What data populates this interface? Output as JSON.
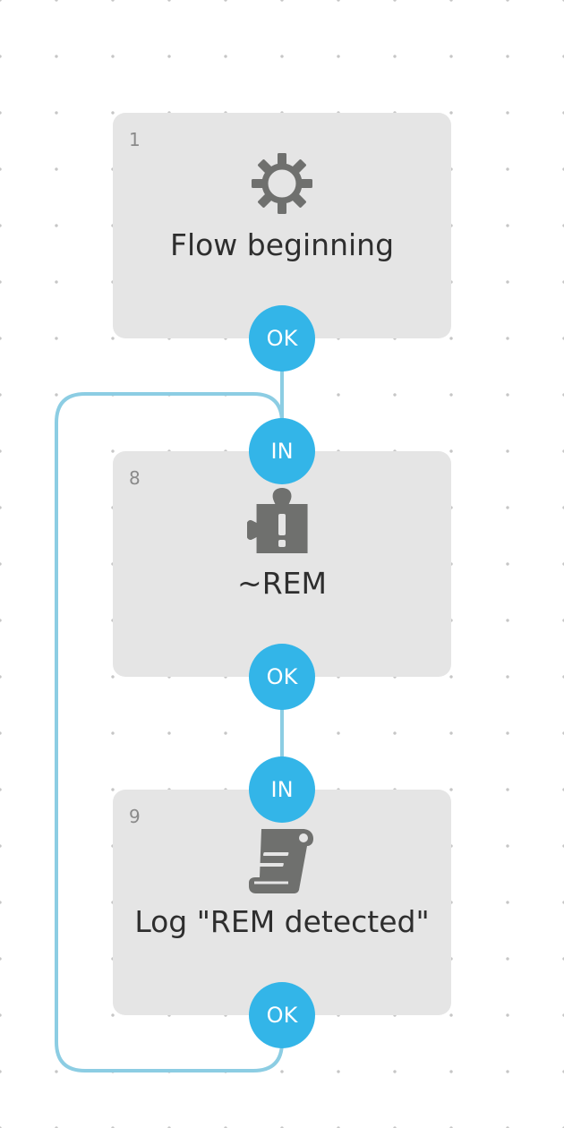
{
  "colors": {
    "canvas_bg": "#ffffff",
    "grid_dot": "#c6c6c6",
    "node_bg": "#e5e5e5",
    "node_text": "#2e2e2e",
    "node_number": "#8a8a8a",
    "icon": "#6f706e",
    "port": "#33b5e8",
    "port_text": "#ffffff",
    "wire": "#8ccde3"
  },
  "nodes": [
    {
      "number": "1",
      "icon": "gear-icon",
      "label": "Flow beginning",
      "ports": {
        "out": "OK"
      }
    },
    {
      "number": "8",
      "icon": "puzzle-exclamation-icon",
      "label": "~REM",
      "ports": {
        "in": "IN",
        "out": "OK"
      }
    },
    {
      "number": "9",
      "icon": "scroll-icon",
      "label": "Log \"REM detected\"",
      "ports": {
        "in": "IN",
        "out": "OK"
      }
    }
  ],
  "connections": [
    {
      "from": "node-1.OK",
      "to": "node-8.IN"
    },
    {
      "from": "node-8.OK",
      "to": "node-9.IN"
    },
    {
      "from": "node-9.OK",
      "to": "node-8.IN",
      "type": "loop-back"
    }
  ]
}
